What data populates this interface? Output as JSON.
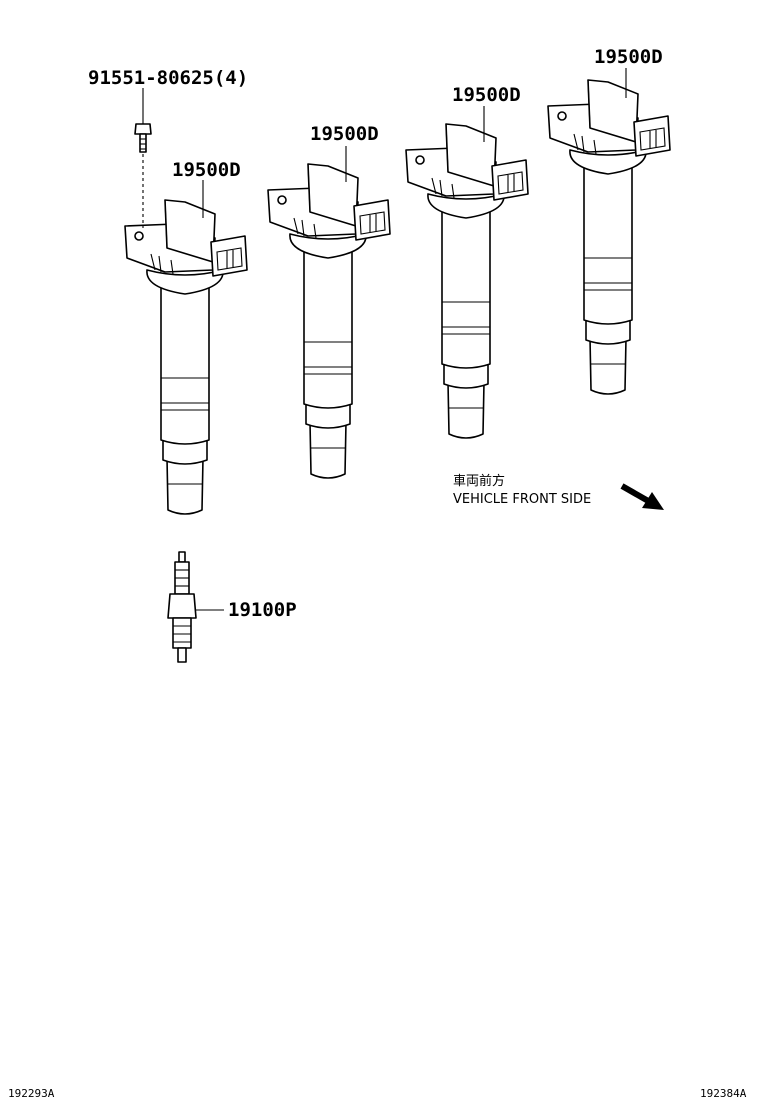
{
  "callouts": {
    "bolt": "91551-80625(4)",
    "coil_1": "19500D",
    "coil_2": "19500D",
    "coil_3": "19500D",
    "coil_4": "19500D",
    "spark_plug": "19100P"
  },
  "direction": {
    "japanese": "車両前方",
    "english": "VEHICLE FRONT SIDE"
  },
  "footer": {
    "left_code": "192293A",
    "right_code": "192384A"
  }
}
